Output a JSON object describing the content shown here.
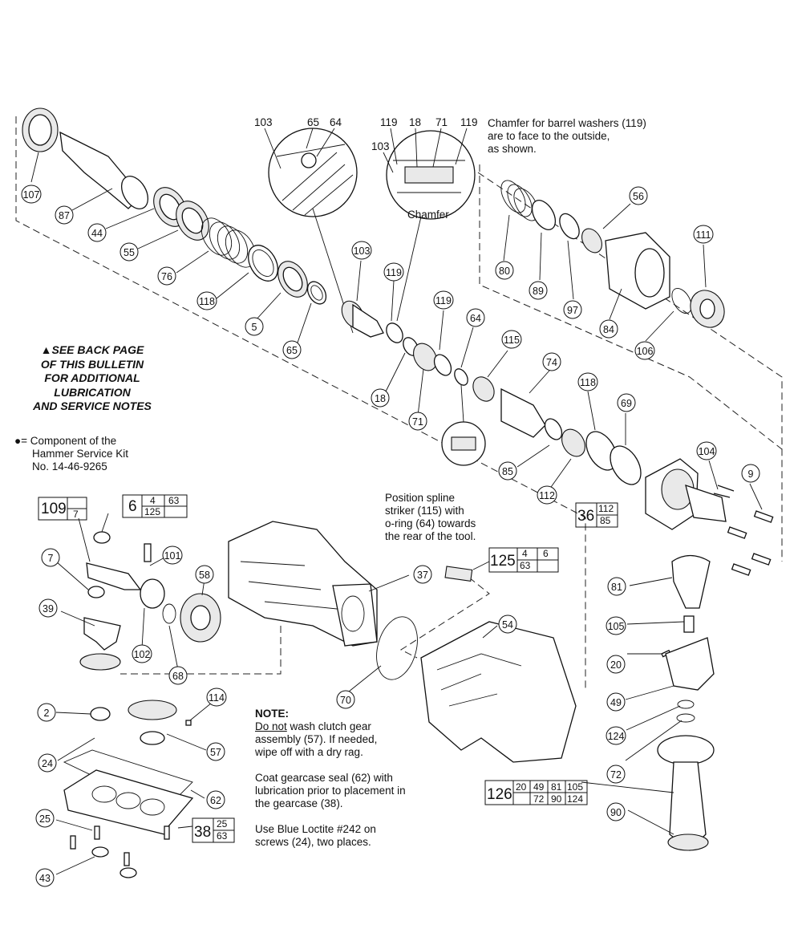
{
  "callouts": {
    "chamfer_note": [
      "Chamfer for barrel washers (119)",
      "are to face to the outside,",
      "as shown."
    ],
    "chamfer_label": "Chamfer",
    "see_back": [
      "▲SEE BACK PAGE",
      "OF THIS BULLETIN",
      "FOR ADDITIONAL",
      "LUBRICATION",
      "AND SERVICE NOTES"
    ],
    "kit_note": [
      "●= Component of the",
      "Hammer Service Kit",
      "No. 14-46-9265"
    ],
    "spline_note": [
      "Position spline",
      "striker (115) with",
      "o-ring (64) towards",
      "the rear of the tool."
    ],
    "note_title": "NOTE:",
    "note_underlined": "Do not",
    "note_line1_rest": " wash clutch gear",
    "note_lines": [
      "assembly (57). If needed,",
      "wipe off with a dry rag."
    ],
    "coat_note": [
      "Coat gearcase seal (62) with",
      "lubrication prior to placement in",
      "the gearcase (38)."
    ],
    "loctite_note": [
      "Use Blue Loctite #242 on",
      "screws (24), two places."
    ]
  },
  "detail_labels": {
    "left": [
      "103",
      "65",
      "64"
    ],
    "right": [
      "119",
      "18",
      "71",
      "119",
      "103"
    ]
  },
  "parts": [
    "107",
    "87",
    "44",
    "55",
    "76",
    "118",
    "5",
    "65",
    "103",
    "119",
    "18",
    "119",
    "71",
    "64",
    "115",
    "74",
    "118",
    "69",
    "85",
    "112",
    "80",
    "89",
    "97",
    "56",
    "84",
    "106",
    "111",
    "104",
    "9",
    "81",
    "105",
    "20",
    "49",
    "124",
    "72",
    "90",
    "7",
    "39",
    "101",
    "58",
    "102",
    "68",
    "37",
    "70",
    "54",
    "2",
    "114",
    "24",
    "57",
    "62",
    "25",
    "43"
  ],
  "kit_boxes": {
    "box109": {
      "main": "109",
      "sub": [
        "7"
      ]
    },
    "box6": {
      "main": "6",
      "top": [
        "4",
        "63"
      ],
      "bottom": [
        "125",
        ""
      ]
    },
    "box36": {
      "main": "36",
      "sub": [
        "112",
        "85"
      ]
    },
    "box125": {
      "main": "125",
      "top": [
        "4",
        "6"
      ],
      "bottom": [
        "63",
        ""
      ]
    },
    "box126": {
      "main": "126",
      "top": [
        "20",
        "49",
        "81",
        "105"
      ],
      "bottom": [
        "",
        "72",
        "90",
        "124"
      ]
    },
    "box38": {
      "main": "38",
      "sub": [
        "25",
        "63"
      ]
    }
  }
}
